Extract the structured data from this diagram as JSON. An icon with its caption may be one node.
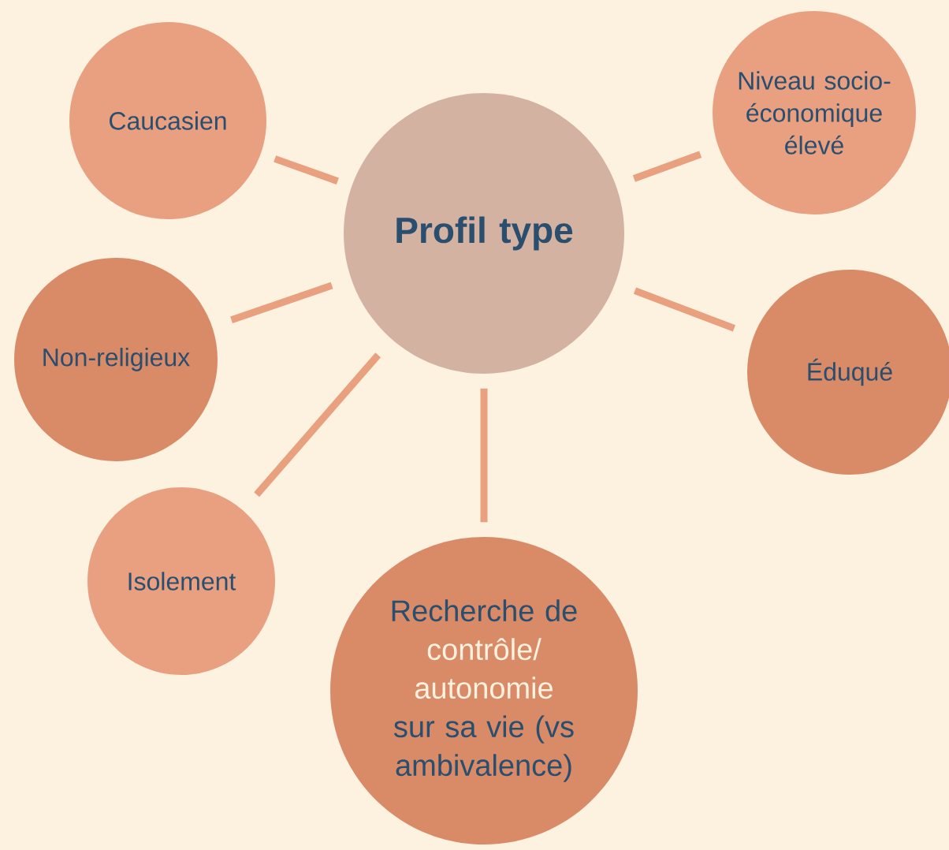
{
  "diagram": {
    "nodes": [
      {
        "text": [
          "Profil type"
        ]
      },
      {
        "text": [
          "Caucasien"
        ]
      },
      {
        "text": [
          "Niveau socio-économique élevé"
        ]
      },
      {
        "text": [
          "Non-religieux"
        ]
      },
      {
        "text": [
          "Éduqué"
        ]
      },
      {
        "text": [
          "Isolement"
        ]
      },
      {
        "text": [
          "Recherche de",
          "contrôle/ autonomie",
          "sur sa vie (vs ambivalence)"
        ]
      }
    ],
    "edges": [
      {
        "from": 0,
        "to": 1,
        "arrow": "none"
      },
      {
        "from": 0,
        "to": 2,
        "arrow": "none"
      },
      {
        "from": 0,
        "to": 3,
        "arrow": "none"
      },
      {
        "from": 0,
        "to": 4,
        "arrow": "none"
      },
      {
        "from": 0,
        "to": 5,
        "arrow": "none"
      },
      {
        "from": 0,
        "to": 6,
        "arrow": "none"
      }
    ]
  }
}
